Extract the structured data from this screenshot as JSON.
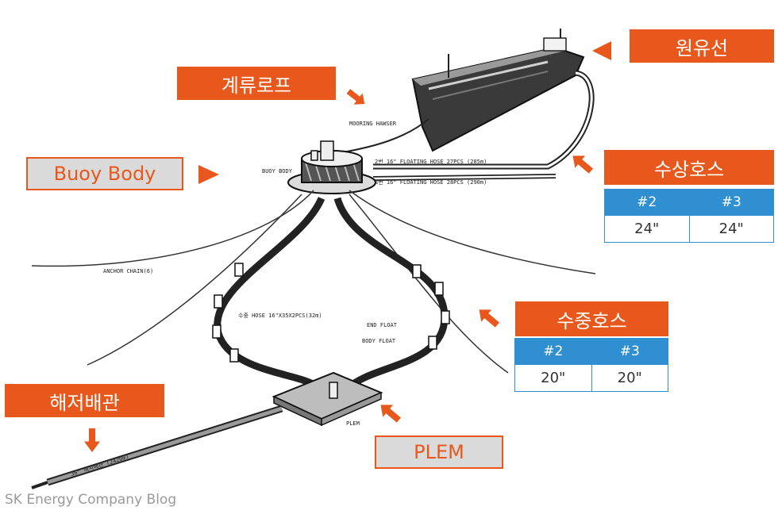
{
  "labels": {
    "tanker": "원유선",
    "mooring": "계류로프",
    "buoy": "Buoy Body",
    "floating_hose": "수상호스",
    "subsea_hose": "수중호스",
    "pipeline": "해저배관",
    "plem": "PLEM"
  },
  "floating_hose_table": {
    "headers": [
      "#2",
      "#3"
    ],
    "values": [
      "24\"",
      "24\""
    ]
  },
  "subsea_hose_table": {
    "headers": [
      "#2",
      "#3"
    ],
    "values": [
      "20\"",
      "20\""
    ]
  },
  "drawing_text": {
    "mooring_hawser": "MOORING HAWSER",
    "buoy_body": "BUOY BODY",
    "hose_2": "2번 16\" FLOATING HOSE 27PCS (285m)",
    "hose_3": "3번 16\" FLOATING HOSE 28PCS (290m)",
    "anchor_chain": "ANCHOR CHAIN(6)",
    "subsea_hose": "수중 HOSE 16\"X35X2PCS(32m)",
    "end_float": "END FLOAT",
    "body_float": "BODY FLOAT",
    "plem": "PLEM",
    "pipeline": "36\" 해저배관 (2420m)"
  },
  "credit": "SK Energy Company Blog",
  "colors": {
    "orange": "#e8581c",
    "blue": "#2f8fd0",
    "gray_box": "#dadada"
  }
}
